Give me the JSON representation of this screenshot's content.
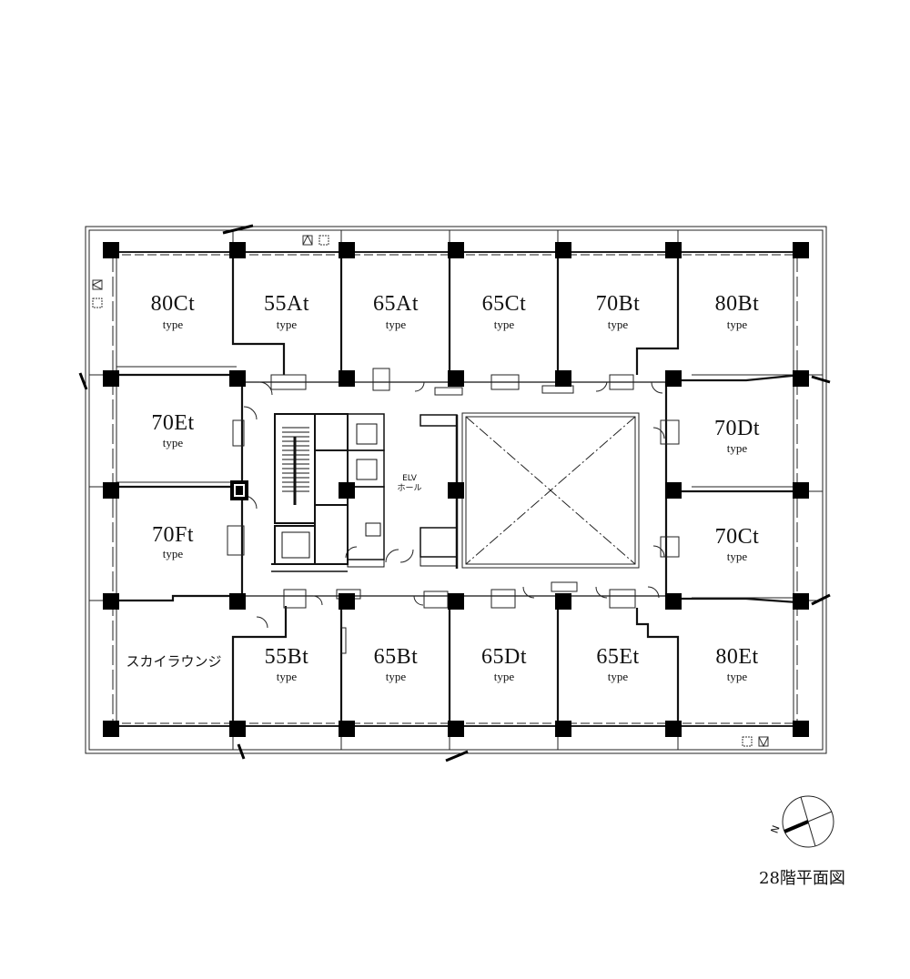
{
  "floor_caption": "28階平面図",
  "compass": {
    "letter": "N"
  },
  "core": {
    "elv_line1": "ELV",
    "elv_line2": "ホール"
  },
  "units": {
    "u80ct": {
      "code": "80Ct",
      "type": "type"
    },
    "u55at": {
      "code": "55At",
      "type": "type"
    },
    "u65at": {
      "code": "65At",
      "type": "type"
    },
    "u65ct": {
      "code": "65Ct",
      "type": "type"
    },
    "u70bt": {
      "code": "70Bt",
      "type": "type"
    },
    "u80bt": {
      "code": "80Bt",
      "type": "type"
    },
    "u70et": {
      "code": "70Et",
      "type": "type"
    },
    "u70dt": {
      "code": "70Dt",
      "type": "type"
    },
    "u70ft": {
      "code": "70Ft",
      "type": "type"
    },
    "u70ct": {
      "code": "70Ct",
      "type": "type"
    },
    "u55bt": {
      "code": "55Bt",
      "type": "type"
    },
    "u65bt": {
      "code": "65Bt",
      "type": "type"
    },
    "u65dt": {
      "code": "65Dt",
      "type": "type"
    },
    "u65et": {
      "code": "65Et",
      "type": "type"
    },
    "u80et": {
      "code": "80Et",
      "type": "type"
    }
  },
  "lounge": {
    "label": "スカイラウンジ"
  }
}
